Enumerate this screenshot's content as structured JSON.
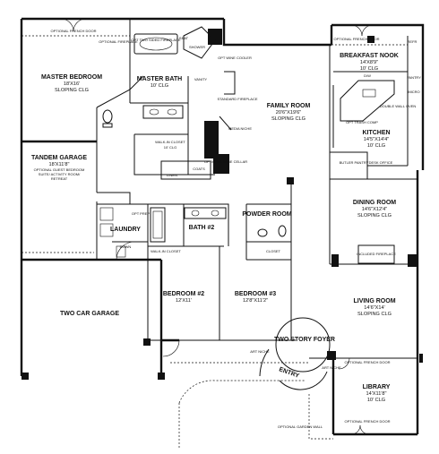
{
  "rooms": {
    "master_bedroom": {
      "name": "MASTER BEDROOM",
      "size": "18'X16'",
      "ceiling": "SLOPING CLG"
    },
    "master_bath": {
      "name": "MASTER BATH",
      "ceiling": "10' CLG"
    },
    "walk_in_closet_master": {
      "name": "WALK-IN CLOSET",
      "ceiling": "10' CLG"
    },
    "tandem_garage": {
      "name": "TANDEM GARAGE",
      "size": "18'X11'8\"",
      "note": "OPTIONAL GUEST BEDROOM SUITE/ ACTIVITY ROOM/ RETREAT"
    },
    "two_car_garage": {
      "name": "TWO CAR GARAGE"
    },
    "family_room": {
      "name": "FAMILY ROOM",
      "size": "20'6\"X19'6\"",
      "ceiling": "SLOPING CLG"
    },
    "breakfast_nook": {
      "name": "BREAKFAST NOOK",
      "size": "14'X8'9\"",
      "ceiling": "10' CLG"
    },
    "kitchen": {
      "name": "KITCHEN",
      "size": "14'5\"X14'4\"",
      "ceiling": "10' CLG"
    },
    "dining_room": {
      "name": "DINING ROOM",
      "size": "14'6\"X12'4\"",
      "ceiling": "SLOPING CLG"
    },
    "living_room": {
      "name": "LIVING ROOM",
      "size": "14'6\"X14'",
      "ceiling": "SLOPING CLG"
    },
    "library": {
      "name": "LIBRARY",
      "size": "14'X11'8\"",
      "ceiling": "10' CLG"
    },
    "powder_room": {
      "name": "POWDER ROOM"
    },
    "bath2": {
      "name": "BATH #2"
    },
    "laundry": {
      "name": "LAUNDRY"
    },
    "bedroom2": {
      "name": "BEDROOM #2",
      "size": "12'X11'"
    },
    "bedroom3": {
      "name": "BEDROOM #3",
      "size": "12'8\"X11'2\""
    },
    "foyer": {
      "name": "TWO STORY FOYER"
    },
    "entry": {
      "name": "ENTRY"
    }
  },
  "notes": {
    "opt_french_door_master": "OPTIONAL FRENCH DOOR",
    "opt_fireplace_master": "OPTIONAL FIREPLACE",
    "tub": "OPT TWO SIDED FIREPLACE",
    "seat": "SEAT",
    "shower": "SHOWER",
    "vanity": "VANITY",
    "wine_cooler": "OPT WINE COOLER",
    "std_fireplace": "STANDARD FIREPLACE",
    "media_niche": "MEDIA NICHE",
    "wine_cellar": "OPTIONAL WINE CELLAR",
    "coats": "COATS",
    "linen": "LINEN",
    "opt_french_door_nook": "OPTIONAL FRENCH DOOR",
    "refr": "REFR",
    "dw": "D/W",
    "pantry": "PANTRY",
    "micro": "MICRO",
    "double_wall_oven": "DOUBLE WALL OVEN",
    "opt_trash_comp": "OPT TRASH COMP",
    "butler_pantry": "BUTLER PANTRY",
    "desk_office": "DESK OFFICE",
    "included_fireplace": "INCLUDED FIREPLACE",
    "opt_prep": "OPT PREP",
    "closet_bath": "CLOSET",
    "walk_in_closet_bed": "WALK-IN CLOSET",
    "closet_powder": "CLOSET",
    "down": "DOWN",
    "art_niche_left": "ART NICHE",
    "art_niche_right": "ART NICHE",
    "opt_french_door_library": "OPTIONAL FRENCH DOOR",
    "opt_french_door_library2": "OPTIONAL FRENCH DOOR",
    "opt_garden_wall": "OPTIONAL GARDEN WALL"
  }
}
